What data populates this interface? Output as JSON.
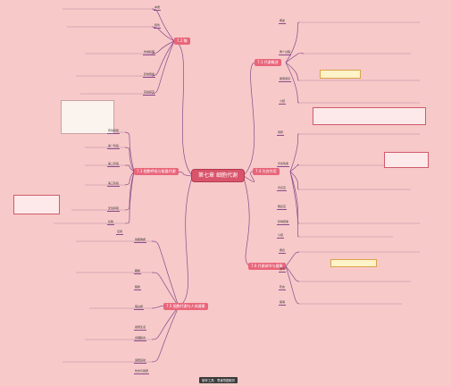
{
  "center": "第七章 细胞代谢",
  "branches": {
    "tr": "7.1 代谢概述",
    "tl": "7.2 酶",
    "ml": "7.3 细胞呼吸与能量代谢",
    "mr": "7.4 光合作用",
    "bl": "7.5 细胞代谢与人体健康",
    "br": "7.6 代谢调节与健康"
  },
  "labels": {
    "tr": [
      "概述",
      "两个过程",
      "能量通货",
      "小结"
    ],
    "mr": [
      "场所",
      "光合色素",
      "光反应",
      "暗反应",
      "影响因素",
      "小结"
    ],
    "br": [
      "概念",
      "调节",
      "稳态",
      "疾病"
    ],
    "tl": [
      "本质",
      "特性",
      "作用机理",
      "影响因素",
      "实验探究"
    ],
    "ml": [
      "有氧呼吸",
      "第一阶段",
      "第二阶段",
      "第三阶段",
      "无氧呼吸",
      "比较",
      "应用"
    ],
    "bl": [
      "供能物质",
      "糖类",
      "脂肪",
      "蛋白质",
      "健康生活",
      "合理膳食",
      "适量运动",
      "饮食与健康"
    ]
  },
  "credit": "制作工具：思维导图软件",
  "colors": {
    "background": "#f7c9c9",
    "center": "#d9546a",
    "branch": "#e9657a",
    "line": "#8a4a8a",
    "accent": "#d2161b"
  }
}
